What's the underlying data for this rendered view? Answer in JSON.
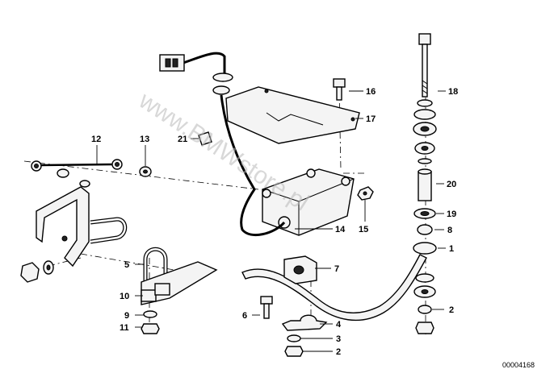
{
  "watermark": "www.BMWstore.pl",
  "diagram_code": "00004168",
  "callouts": [
    "1",
    "2",
    "2",
    "3",
    "4",
    "5",
    "6",
    "7",
    "8",
    "9",
    "10",
    "11",
    "12",
    "13",
    "14",
    "15",
    "16",
    "17",
    "18",
    "19",
    "20",
    "21"
  ]
}
